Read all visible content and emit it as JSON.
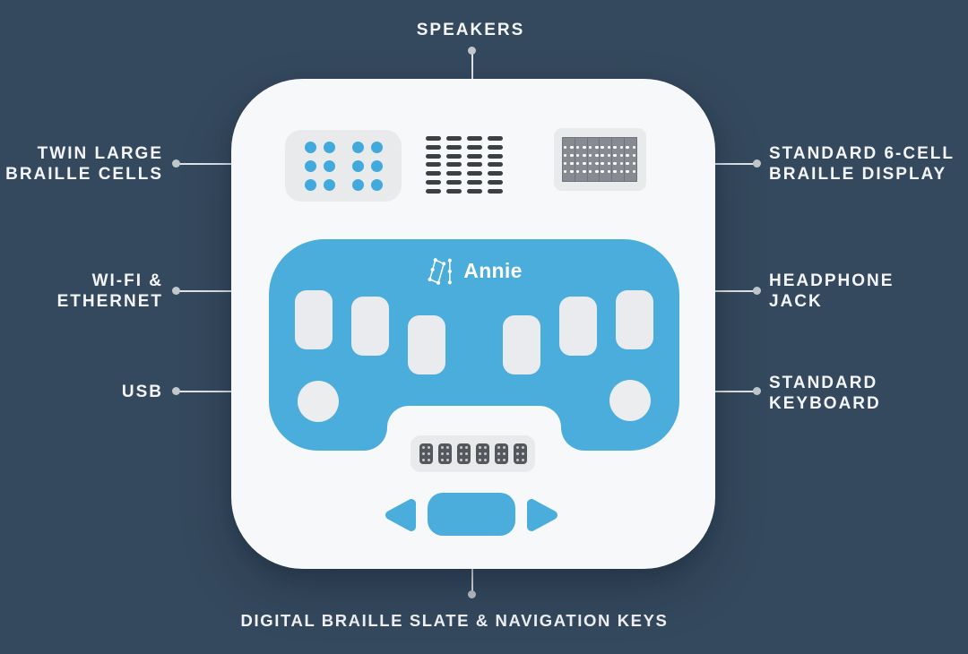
{
  "colors": {
    "background": "#35495E",
    "accent_blue": "#4BADDB",
    "device_body": "#F7F8F9",
    "component_gray": "#E9EAEC",
    "label_text": "#F3F5F7"
  },
  "device": {
    "brand": "Annie"
  },
  "callouts": {
    "speakers": {
      "label": "SPEAKERS"
    },
    "twin_cells": {
      "label": "TWIN LARGE\nBRAILLE CELLS"
    },
    "wifi": {
      "label": "WI-FI &\nETHERNET"
    },
    "usb": {
      "label": "USB"
    },
    "display": {
      "label": "STANDARD 6-CELL\nBRAILLE DISPLAY"
    },
    "headphone": {
      "label": "HEADPHONE\nJACK"
    },
    "keyboard": {
      "label": "STANDARD\nKEYBOARD"
    },
    "slate": {
      "label": "DIGITAL BRAILLE SLATE & NAVIGATION KEYS"
    }
  },
  "components": {
    "twin_cells": {
      "cell_count": 2,
      "dot_grid": "2x3"
    },
    "speaker": {
      "grid": "4x7"
    },
    "display": {
      "cell_count": 6,
      "dot_grid": "2x4"
    },
    "slate": {
      "cell_count": 6,
      "dot_grid": "2x3"
    },
    "keyboard": {
      "key_count": 6,
      "round_key_count": 2
    }
  }
}
